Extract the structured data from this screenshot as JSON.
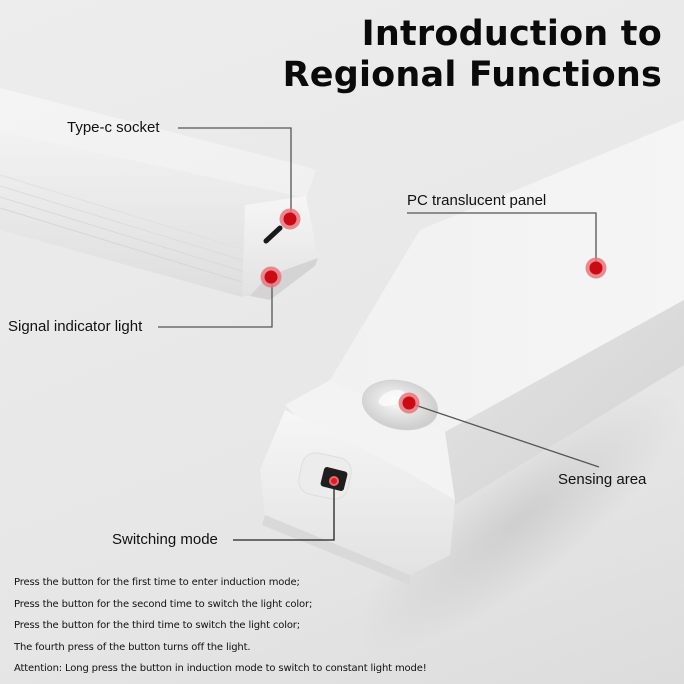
{
  "title": {
    "line1": "Introduction to",
    "line2": "Regional Functions"
  },
  "callouts": [
    {
      "id": "type-c-socket",
      "label": "Type-c socket"
    },
    {
      "id": "signal-indicator-light",
      "label": "Signal indicator light"
    },
    {
      "id": "pc-translucent-panel",
      "label": "PC translucent panel"
    },
    {
      "id": "sensing-area",
      "label": "Sensing area"
    },
    {
      "id": "switching-mode",
      "label": "Switching mode"
    }
  ],
  "instructions": [
    "Press the button for the first time to enter induction mode;",
    "Press the button for the second time to switch the light color;",
    "Press the button for the third time to switch the light color;",
    "The fourth press of the button turns off the light.",
    "Attention: Long press the button in induction mode to switch to constant light mode!"
  ],
  "colors": {
    "marker_core": "#cc0a14",
    "marker_halo": "#e8767c",
    "leader_line": "#555555",
    "background": "#ebebeb",
    "text": "#111111"
  }
}
